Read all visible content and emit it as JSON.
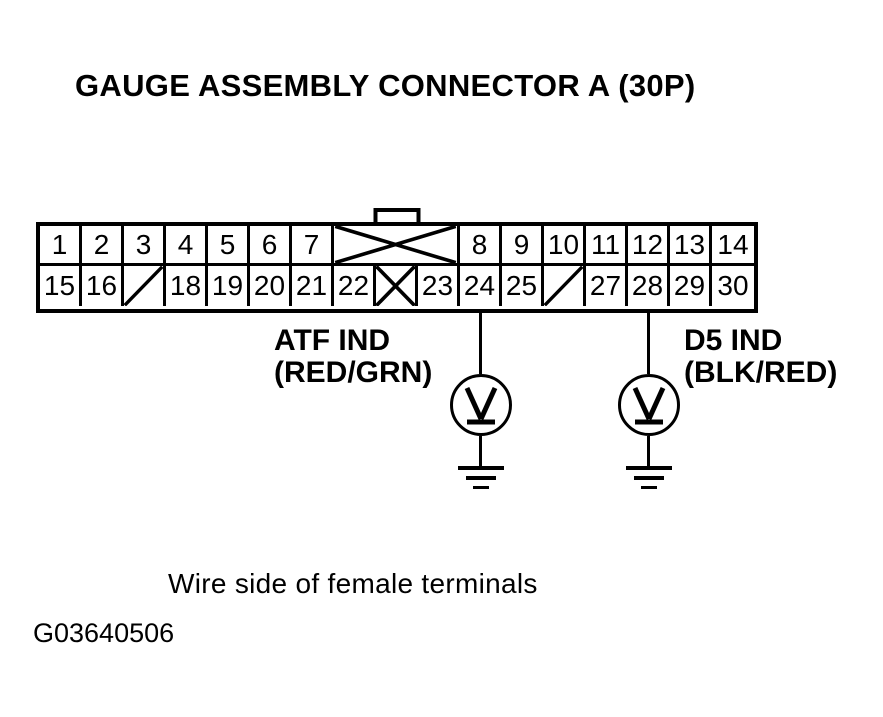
{
  "title": "GAUGE ASSEMBLY CONNECTOR A (30P)",
  "caption": "Wire side of female terminals",
  "figure_id": "G03640506",
  "colors": {
    "ink": "#000000",
    "background": "#ffffff"
  },
  "connector": {
    "rows": [
      {
        "cells": [
          {
            "label": "1",
            "type": "pin",
            "span": 1
          },
          {
            "label": "2",
            "type": "pin",
            "span": 1
          },
          {
            "label": "3",
            "type": "pin",
            "span": 1
          },
          {
            "label": "4",
            "type": "pin",
            "span": 1
          },
          {
            "label": "5",
            "type": "pin",
            "span": 1
          },
          {
            "label": "6",
            "type": "pin",
            "span": 1
          },
          {
            "label": "7",
            "type": "pin",
            "span": 1
          },
          {
            "label": "",
            "type": "crossed",
            "span": 3
          },
          {
            "label": "8",
            "type": "pin",
            "span": 1
          },
          {
            "label": "9",
            "type": "pin",
            "span": 1
          },
          {
            "label": "10",
            "type": "pin",
            "span": 1
          },
          {
            "label": "11",
            "type": "pin",
            "span": 1
          },
          {
            "label": "12",
            "type": "pin",
            "span": 1
          },
          {
            "label": "13",
            "type": "pin",
            "span": 1
          },
          {
            "label": "14",
            "type": "pin",
            "span": 1
          }
        ]
      },
      {
        "cells": [
          {
            "label": "15",
            "type": "pin",
            "span": 1
          },
          {
            "label": "16",
            "type": "pin",
            "span": 1
          },
          {
            "label": "",
            "type": "slashed",
            "span": 1
          },
          {
            "label": "18",
            "type": "pin",
            "span": 1
          },
          {
            "label": "19",
            "type": "pin",
            "span": 1
          },
          {
            "label": "20",
            "type": "pin",
            "span": 1
          },
          {
            "label": "21",
            "type": "pin",
            "span": 1
          },
          {
            "label": "22",
            "type": "pin",
            "span": 1
          },
          {
            "label": "",
            "type": "crossed",
            "span": 1
          },
          {
            "label": "23",
            "type": "pin",
            "span": 1
          },
          {
            "label": "24",
            "type": "pin",
            "span": 1
          },
          {
            "label": "25",
            "type": "pin",
            "span": 1
          },
          {
            "label": "",
            "type": "slashed",
            "span": 1
          },
          {
            "label": "27",
            "type": "pin",
            "span": 1
          },
          {
            "label": "28",
            "type": "pin",
            "span": 1
          },
          {
            "label": "29",
            "type": "pin",
            "span": 1
          },
          {
            "label": "30",
            "type": "pin",
            "span": 1
          }
        ]
      }
    ]
  },
  "probes": [
    {
      "pin": "24",
      "signal": "ATF IND",
      "wire_color": "(RED/GRN)",
      "label_side": "left",
      "symbol": "voltmeter-icon",
      "termination": "ground"
    },
    {
      "pin": "28",
      "signal": "D5 IND",
      "wire_color": "(BLK/RED)",
      "label_side": "right",
      "symbol": "voltmeter-icon",
      "termination": "ground"
    }
  ]
}
